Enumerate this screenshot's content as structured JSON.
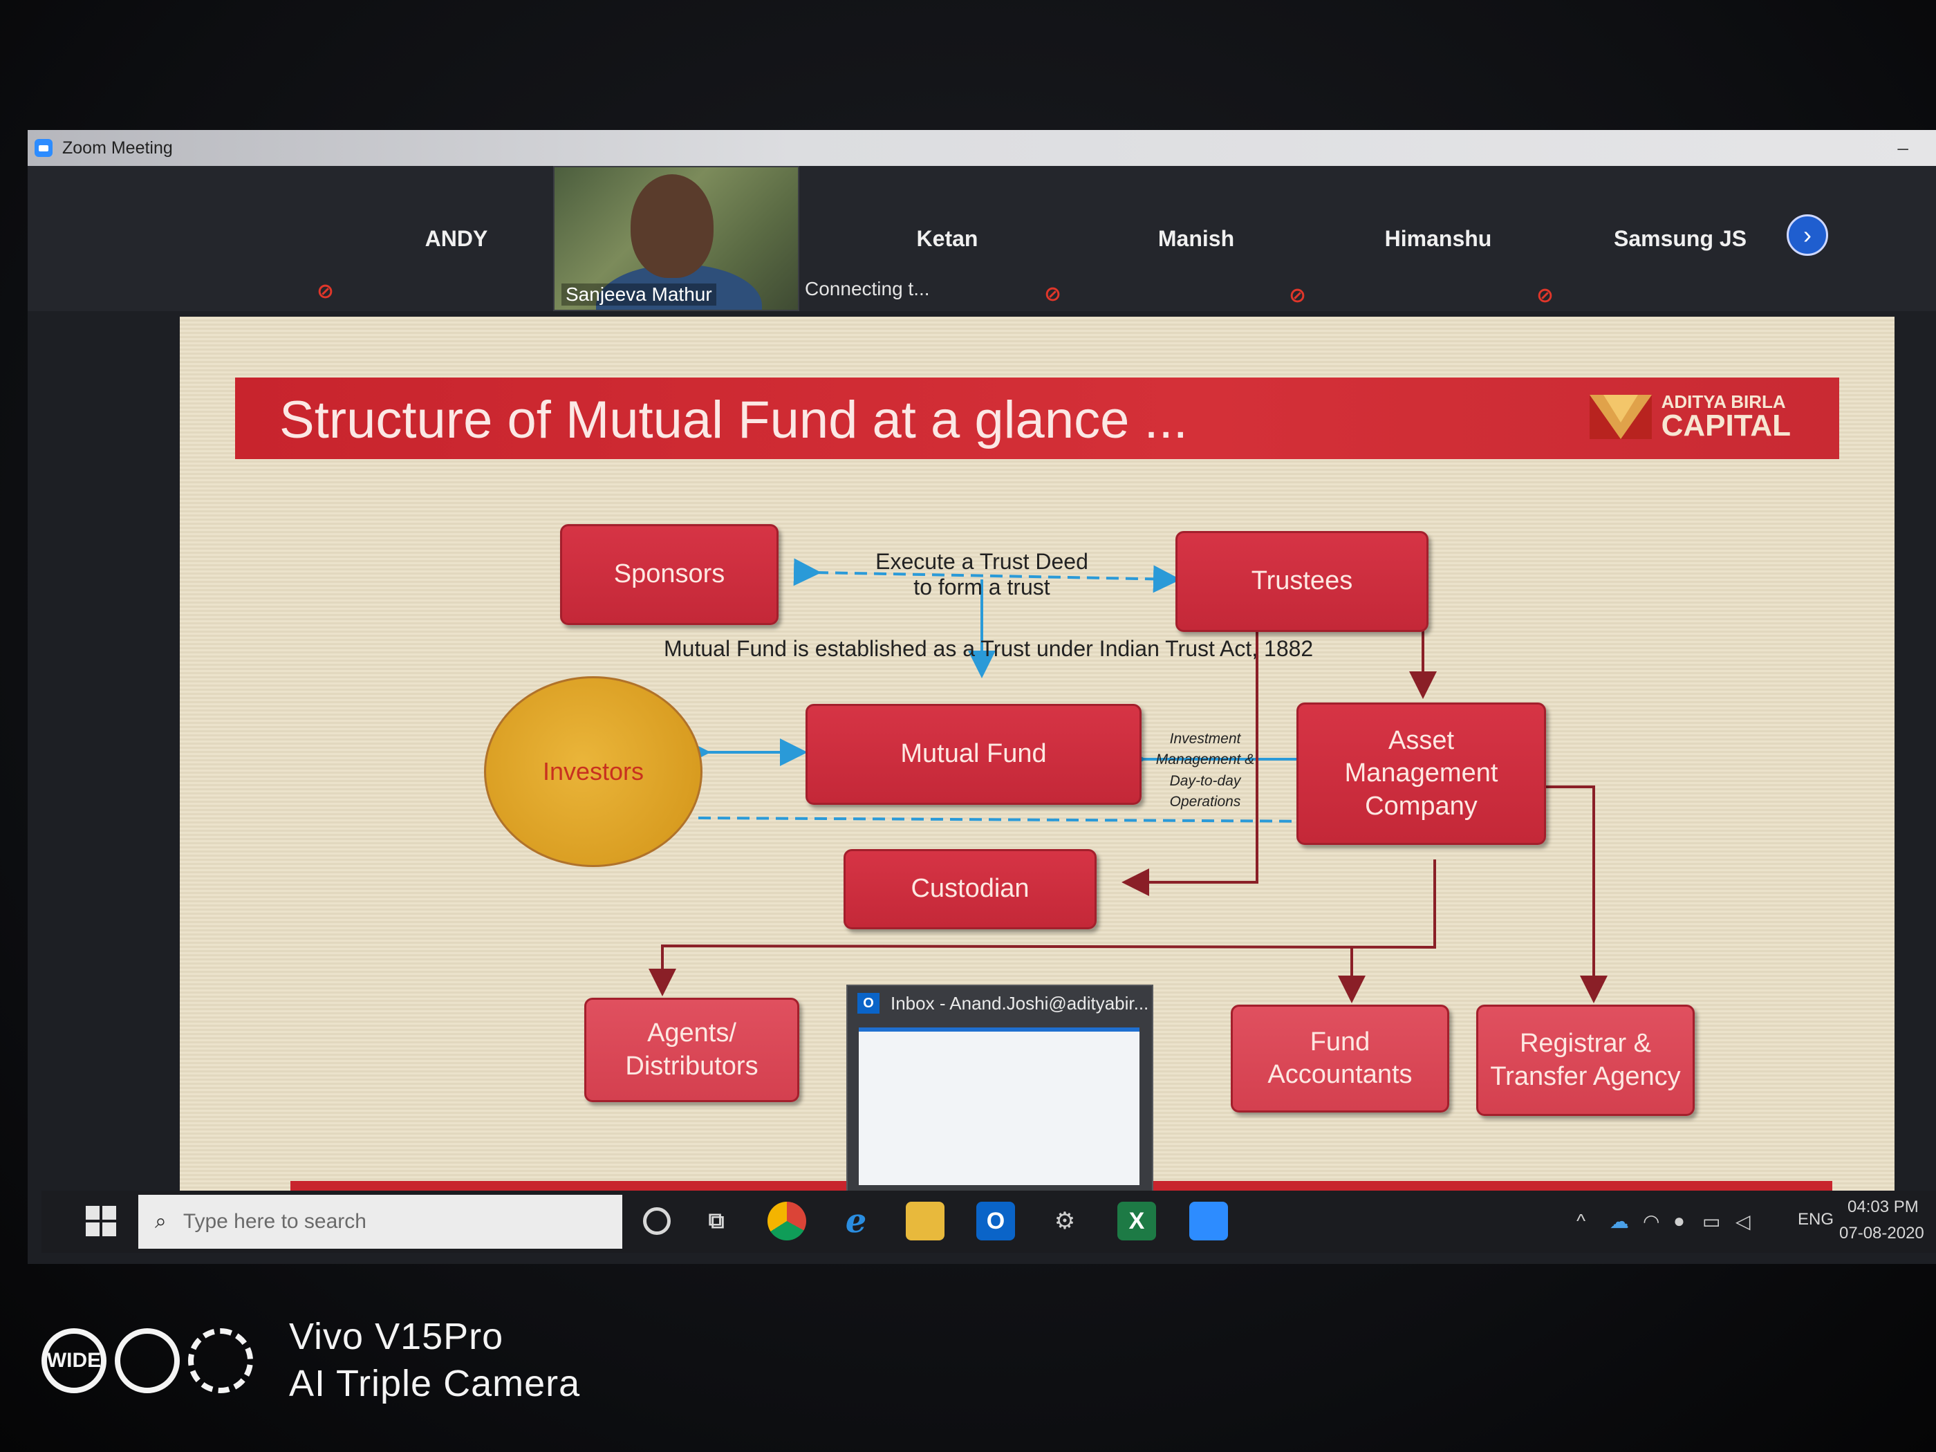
{
  "window": {
    "title": "Zoom Meeting",
    "minimize": "–"
  },
  "participants": {
    "andy": "ANDY",
    "video": "Sanjeeva Mathur",
    "ketan": "Ketan",
    "ketan_status": "Connecting t...",
    "manish": "Manish",
    "himanshu": "Himanshu",
    "samsung": "Samsung JS",
    "mute_glyph": "⊘",
    "next_glyph": "›"
  },
  "slide": {
    "title": "Structure of Mutual Fund at a glance ...",
    "brand_top": "ADITYA BIRLA",
    "brand_bottom": "CAPITAL",
    "boxes": {
      "sponsors": "Sponsors",
      "trustees": "Trustees",
      "mutual_fund": "Mutual Fund",
      "investors": "Investors",
      "amc_1": "Asset",
      "amc_2": "Management",
      "amc_3": "Company",
      "custodian": "Custodian",
      "agents_1": "Agents/",
      "agents_2": "Distributors",
      "fund_acc_1": "Fund",
      "fund_acc_2": "Accountants",
      "rta_1": "Registrar &",
      "rta_2": "Transfer Agency"
    },
    "labels": {
      "trust_deed_1": "Execute a Trust Deed",
      "trust_deed_2": "to form a trust",
      "established": "Mutual Fund is established as a Trust under Indian Trust Act, 1882",
      "inv_1": "Investment",
      "inv_2": "Management &",
      "inv_3": "Day-to-day",
      "inv_4": "Operations"
    }
  },
  "outlook_preview": {
    "title": "Inbox - Anand.Joshi@adityabir..."
  },
  "taskbar": {
    "search_placeholder": "Type here to search",
    "lang": "ENG",
    "time": "04:03 PM",
    "date": "07-08-2020",
    "outlook_letter": "O",
    "excel_letter": "X"
  },
  "watermark": {
    "badge": "WIDE",
    "line1": "Vivo V15Pro",
    "line2": "AI Triple Camera"
  },
  "colors": {
    "slide_red": "#c8242d",
    "investor_gold": "#d79a1e",
    "zoom_blue": "#2d8cff",
    "connector_blue": "#2a9ad8"
  }
}
